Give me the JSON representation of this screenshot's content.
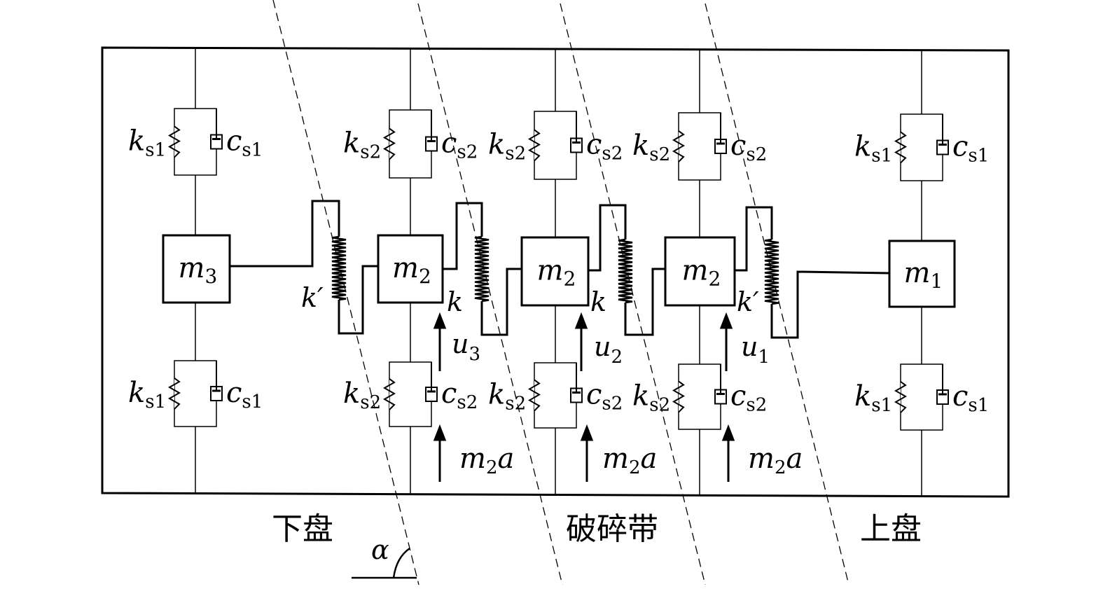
{
  "columns": [
    {
      "id": "col1",
      "mass_label": "m",
      "mass_sub": "3",
      "spring_top": {
        "k": "k",
        "k_sub": "s1",
        "c": "c",
        "c_sub": "s1"
      },
      "spring_bot": {
        "k": "k",
        "k_sub": "s1",
        "c": "c",
        "c_sub": "s1"
      }
    },
    {
      "id": "col2",
      "mass_label": "m",
      "mass_sub": "2",
      "spring_top": {
        "k": "k",
        "k_sub": "s2",
        "c": "c",
        "c_sub": "s2"
      },
      "spring_bot": {
        "k": "k",
        "k_sub": "s2",
        "c": "c",
        "c_sub": "s2"
      }
    },
    {
      "id": "col3",
      "mass_label": "m",
      "mass_sub": "2",
      "spring_top": {
        "k": "k",
        "k_sub": "s2",
        "c": "c",
        "c_sub": "s2"
      },
      "spring_bot": {
        "k": "k",
        "k_sub": "s2",
        "c": "c",
        "c_sub": "s2"
      }
    },
    {
      "id": "col4",
      "mass_label": "m",
      "mass_sub": "2",
      "spring_top": {
        "k": "k",
        "k_sub": "s2",
        "c": "c",
        "c_sub": "s2"
      },
      "spring_bot": {
        "k": "k",
        "k_sub": "s2",
        "c": "c",
        "c_sub": "s2"
      }
    },
    {
      "id": "col5",
      "mass_label": "m",
      "mass_sub": "1",
      "spring_top": {
        "k": "k",
        "k_sub": "s1",
        "c": "c",
        "c_sub": "s1"
      },
      "spring_bot": {
        "k": "k",
        "k_sub": "s1",
        "c": "c",
        "c_sub": "s1"
      }
    }
  ],
  "couplings": [
    {
      "label": "k′"
    },
    {
      "label": "k"
    },
    {
      "label": "k"
    },
    {
      "label": "k′"
    }
  ],
  "displacements": [
    {
      "sym": "u",
      "sub": "3"
    },
    {
      "sym": "u",
      "sub": "2"
    },
    {
      "sym": "u",
      "sub": "1"
    }
  ],
  "forces": [
    {
      "m": "m",
      "sub": "2",
      "a": "a"
    },
    {
      "m": "m",
      "sub": "2",
      "a": "a"
    },
    {
      "m": "m",
      "sub": "2",
      "a": "a"
    }
  ],
  "zones": {
    "footwall": "下盘",
    "fracture_zone": "破碎带",
    "hanging_wall": "上盘"
  },
  "angle_label": "α"
}
